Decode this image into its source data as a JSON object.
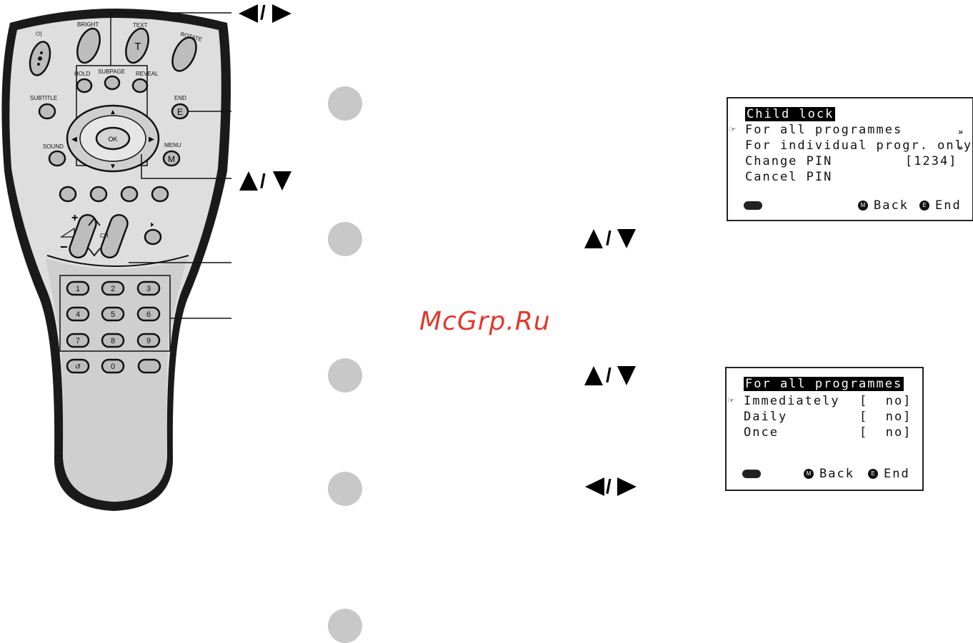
{
  "remote": {
    "buttons": {
      "power": "⏻|",
      "bright": "BRIGHT",
      "text": "TEXT",
      "text_glyph": "T",
      "rotate": "ROTATE",
      "hold": "HOLD",
      "subpage": "SUBPAGE",
      "reveal": "REVEAL",
      "subtitle": "SUBTITLE",
      "end": "END",
      "end_glyph": "E",
      "ok": "OK",
      "sound": "SOUND",
      "menu": "MENU",
      "menu_glyph": "M",
      "vol_plus": "+",
      "vol_minus": "−",
      "ch": "CH",
      "numbers": [
        "1",
        "2",
        "3",
        "4",
        "5",
        "6",
        "7",
        "8",
        "9",
        "0"
      ]
    }
  },
  "callouts": {
    "left_right": [
      "◀",
      "▶"
    ],
    "up_down": [
      "▲",
      "▼"
    ]
  },
  "steps": [
    {
      "arrows": "none"
    },
    {
      "arrows": "up-down"
    },
    {
      "arrows": "up-down"
    },
    {
      "arrows": "left-right"
    },
    {
      "arrows": "none"
    }
  ],
  "watermark": "McGrp.Ru",
  "osd_child_lock": {
    "title": "Child lock",
    "items": [
      {
        "label": "For all programmes",
        "value": "»",
        "selected": true
      },
      {
        "label": "For individual progr. only",
        "value": "»",
        "selected": false
      },
      {
        "label": "Change PIN",
        "value": "[1234]",
        "selected": false
      },
      {
        "label": "Cancel PIN",
        "value": "",
        "selected": false
      }
    ],
    "footer": {
      "back_key": "M",
      "back": "Back",
      "end_key": "E",
      "end": "End"
    }
  },
  "osd_all_programmes": {
    "title": "For all programmes",
    "items": [
      {
        "label": "Immediately",
        "value": "[  no]",
        "selected": true
      },
      {
        "label": "Daily",
        "value": "[  no]",
        "selected": false
      },
      {
        "label": "Once",
        "value": "[  no]",
        "selected": false
      }
    ],
    "footer": {
      "back_key": "M",
      "back": "Back",
      "end_key": "E",
      "end": "End"
    }
  }
}
